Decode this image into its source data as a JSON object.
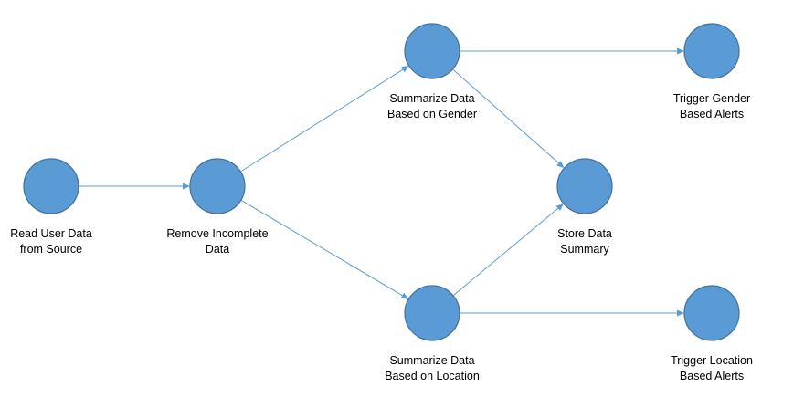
{
  "diagram": {
    "nodes": [
      {
        "id": "read",
        "line1": "Read User Data",
        "line2": "from Source"
      },
      {
        "id": "remove",
        "line1": "Remove Incomplete",
        "line2": "Data"
      },
      {
        "id": "sum-gender",
        "line1": "Summarize Data",
        "line2": "Based on Gender"
      },
      {
        "id": "sum-location",
        "line1": "Summarize Data",
        "line2": "Based on Location"
      },
      {
        "id": "store",
        "line1": "Store Data",
        "line2": "Summary"
      },
      {
        "id": "alert-gender",
        "line1": "Trigger Gender",
        "line2": "Based Alerts"
      },
      {
        "id": "alert-location",
        "line1": "Trigger Location",
        "line2": "Based Alerts"
      }
    ],
    "edges": [
      {
        "from": "read",
        "to": "remove"
      },
      {
        "from": "remove",
        "to": "sum-gender"
      },
      {
        "from": "remove",
        "to": "sum-location"
      },
      {
        "from": "sum-gender",
        "to": "alert-gender"
      },
      {
        "from": "sum-gender",
        "to": "store"
      },
      {
        "from": "sum-location",
        "to": "store"
      },
      {
        "from": "sum-location",
        "to": "alert-location"
      }
    ],
    "colors": {
      "node_fill": "#5b9bd5",
      "node_stroke": "#41719c",
      "edge": "#5b9bd5"
    }
  }
}
